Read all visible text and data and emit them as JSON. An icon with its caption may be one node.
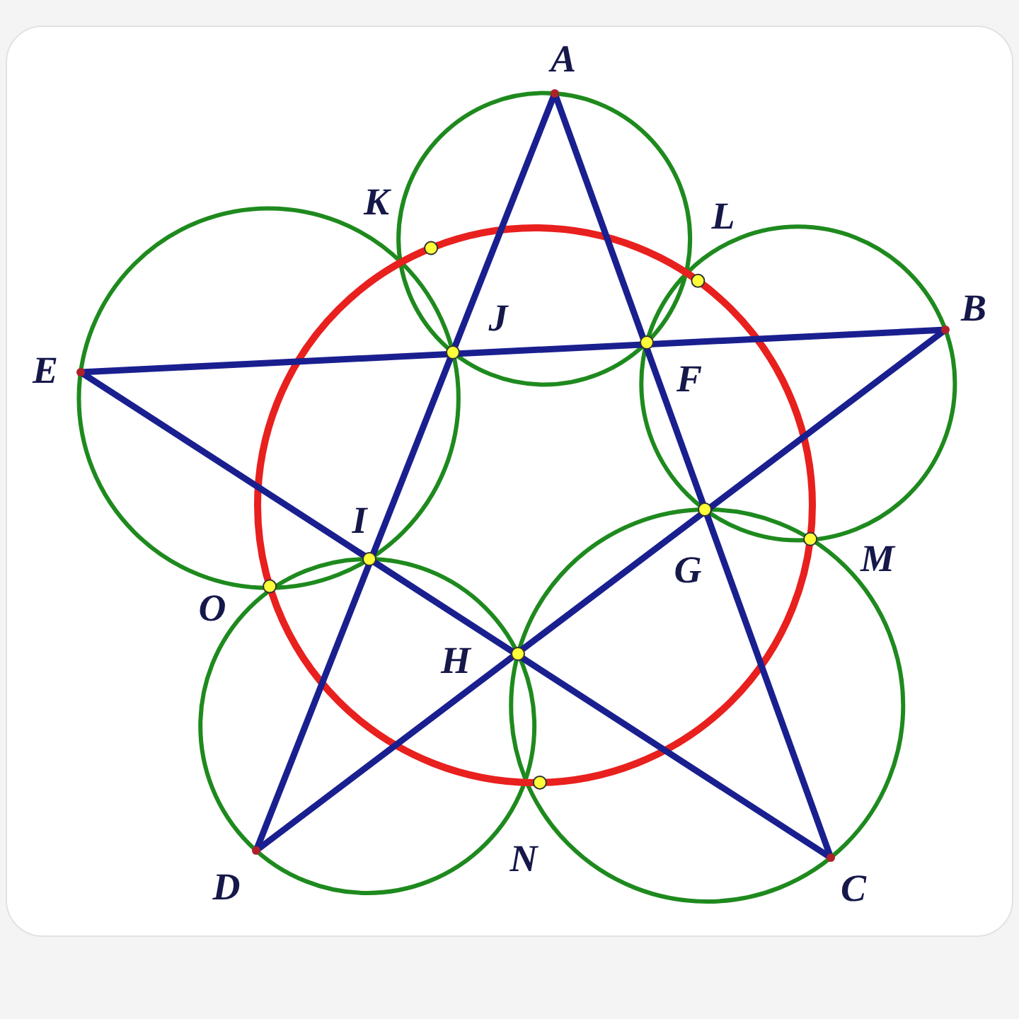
{
  "diagram": {
    "labels": [
      "A",
      "K",
      "L",
      "B",
      "J",
      "F",
      "E",
      "I",
      "M",
      "O",
      "G",
      "H",
      "N",
      "D",
      "C"
    ]
  }
}
